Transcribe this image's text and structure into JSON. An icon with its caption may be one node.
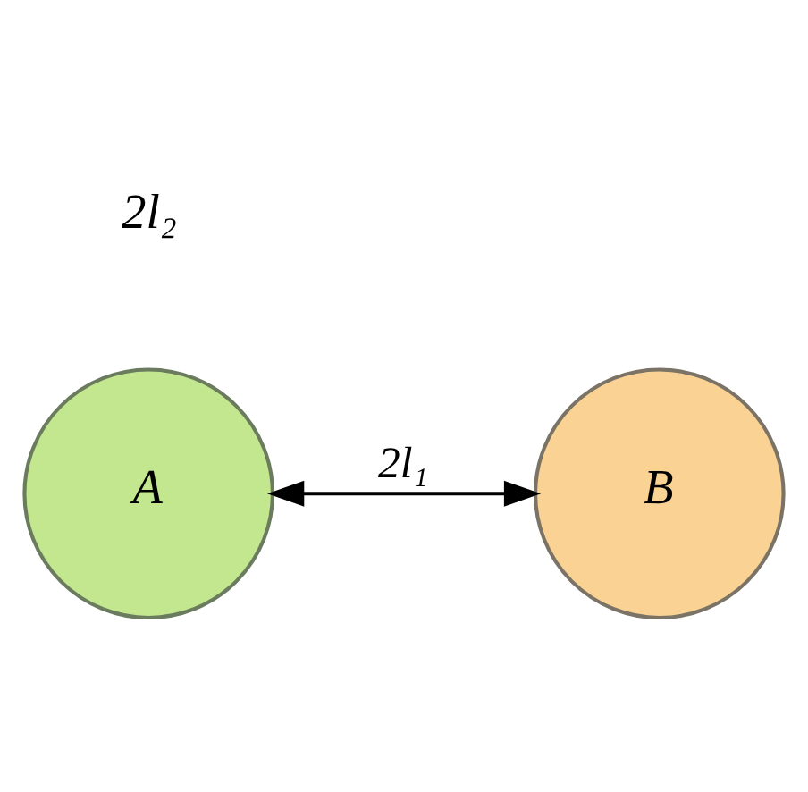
{
  "diagram": {
    "nodes": [
      {
        "text": [
          "A"
        ]
      },
      {
        "text": [
          "B"
        ]
      }
    ],
    "edges": [
      {
        "from": 0,
        "to": 1,
        "arrow": "both",
        "label": "2l₁"
      }
    ],
    "labels": [
      "2l₂"
    ]
  }
}
